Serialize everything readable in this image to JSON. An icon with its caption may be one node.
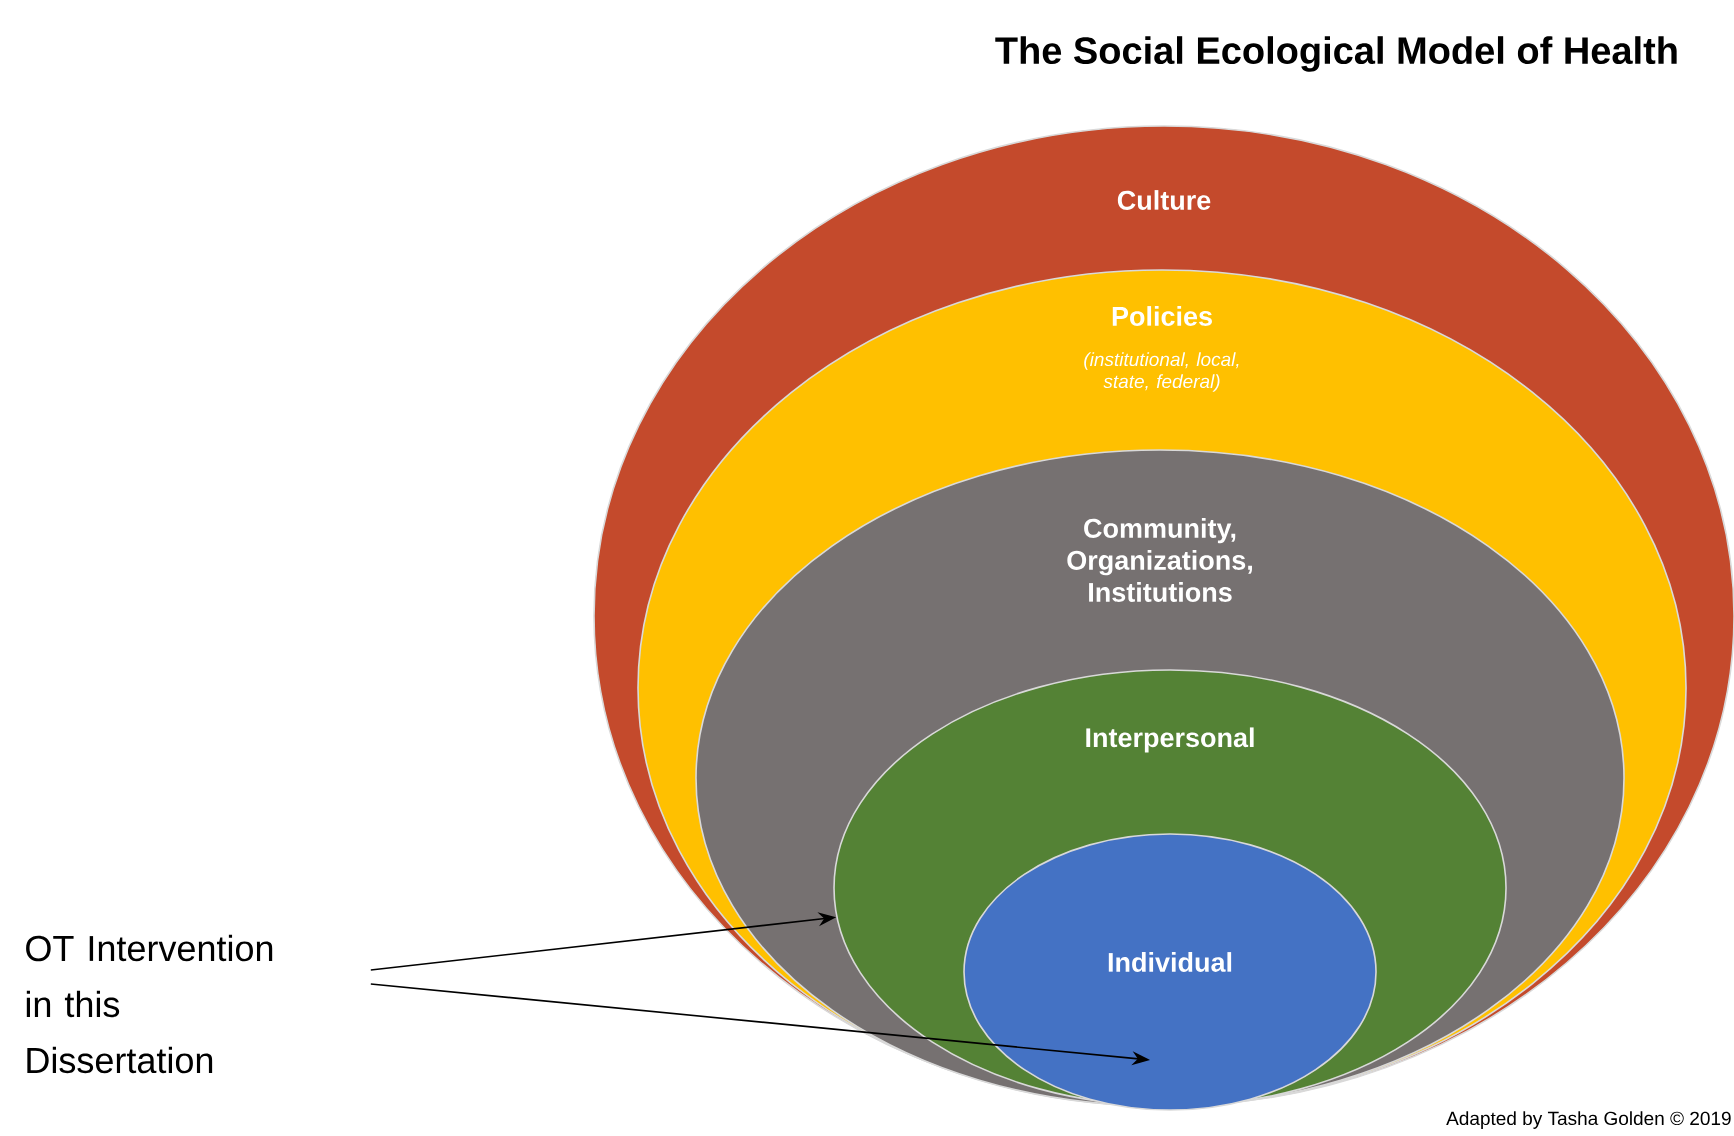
{
  "diagram": {
    "title": "The Social Ecological Model of Health",
    "nodes": [
      {
        "text": [
          "Culture"
        ]
      },
      {
        "text": [
          "Policies",
          "(institutional, local, state, federal)"
        ],
        "in": 0
      },
      {
        "text": [
          "Community, Organizations, Institutions"
        ],
        "in": 1
      },
      {
        "text": [
          "Interpersonal"
        ],
        "in": 2
      },
      {
        "text": [
          "Individual"
        ],
        "in": 3
      },
      {
        "text": [
          "OT Intervention in this Dissertation"
        ]
      }
    ],
    "edges": [
      {
        "from": 5,
        "to": 3,
        "arrow": "to"
      },
      {
        "from": 5,
        "to": 4,
        "arrow": "to"
      }
    ],
    "labels": [
      "Adapted by Tasha Golden © 2019"
    ]
  }
}
